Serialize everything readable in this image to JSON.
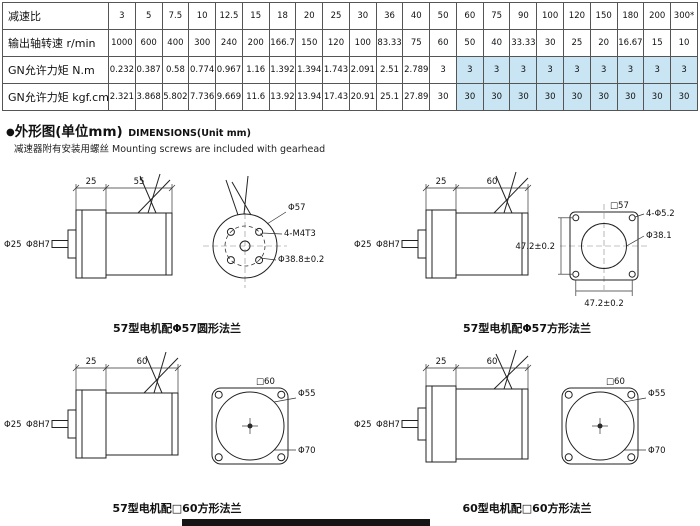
{
  "table": {
    "rows": [
      {
        "label": "减速比",
        "values": [
          "3",
          "5",
          "7.5",
          "10",
          "12.5",
          "15",
          "18",
          "20",
          "25",
          "30",
          "36",
          "40",
          "50",
          "60",
          "75",
          "90",
          "100",
          "120",
          "150",
          "180",
          "200",
          "300*"
        ]
      },
      {
        "label": "输出轴转速 r/min",
        "values": [
          "1000",
          "600",
          "400",
          "300",
          "240",
          "200",
          "166.7",
          "150",
          "120",
          "100",
          "83.33",
          "75",
          "60",
          "50",
          "40",
          "33.33",
          "30",
          "25",
          "20",
          "16.67",
          "15",
          "10"
        ]
      },
      {
        "label": "GN允许力矩 N.m",
        "values": [
          "0.232",
          "0.387",
          "0.58",
          "0.774",
          "0.967",
          "1.16",
          "1.392",
          "1.394",
          "1.743",
          "2.091",
          "2.51",
          "2.789",
          "3",
          "3",
          "3",
          "3",
          "3",
          "3",
          "3",
          "3",
          "3",
          "3"
        ]
      },
      {
        "label": "GN允许力矩 kgf.cm",
        "values": [
          "2.321",
          "3.868",
          "5.802",
          "7.736",
          "9.669",
          "11.6",
          "13.92",
          "13.94",
          "17.43",
          "20.91",
          "25.1",
          "27.89",
          "30",
          "30",
          "30",
          "30",
          "30",
          "30",
          "30",
          "30",
          "30",
          "30"
        ]
      }
    ],
    "highlight_from_row": 2,
    "highlight_from_col": 13,
    "highlight_color": "#c9e4f2"
  },
  "section": {
    "bullet": "●",
    "title_cn": "外形图(单位mm)",
    "title_en": "DIMENSIONS(Unit mm)",
    "note_cn": "减速器附有安装用螺丝",
    "note_en": "Mounting screws are included with gearhead"
  },
  "drawings": [
    {
      "caption": "57型电机配Φ57圆形法兰",
      "dim_gearhead": "25",
      "dim_motor": "55",
      "label_boss": "Φ25",
      "label_shaft": "Φ8H7",
      "front": {
        "outer_dia": "Φ57",
        "holes": "4-M4T3",
        "bolt_circle": "Φ38.8±0.2"
      }
    },
    {
      "caption": "57型电机配Φ57方形法兰",
      "dim_gearhead": "25",
      "dim_motor": "60",
      "label_boss": "Φ25",
      "label_shaft": "Φ8H7",
      "front": {
        "square": "□57",
        "holes": "4-Φ5.2",
        "pilot_dia": "Φ38.1",
        "hole_pitch_v": "47.2±0.2",
        "hole_pitch_h": "47.2±0.2"
      }
    },
    {
      "caption": "57型电机配□60方形法兰",
      "dim_gearhead": "25",
      "dim_motor": "60",
      "label_boss": "Φ25",
      "label_shaft": "Φ8H7",
      "front": {
        "square": "□60",
        "pilot_dia": "Φ55",
        "bolt_circle": "Φ70"
      }
    },
    {
      "caption": "60型电机配□60方形法兰",
      "dim_gearhead": "25",
      "dim_motor": "60",
      "label_boss": "Φ25",
      "label_shaft": "Φ8H7",
      "front": {
        "square": "□60",
        "pilot_dia": "Φ55",
        "bolt_circle": "Φ70"
      }
    }
  ]
}
